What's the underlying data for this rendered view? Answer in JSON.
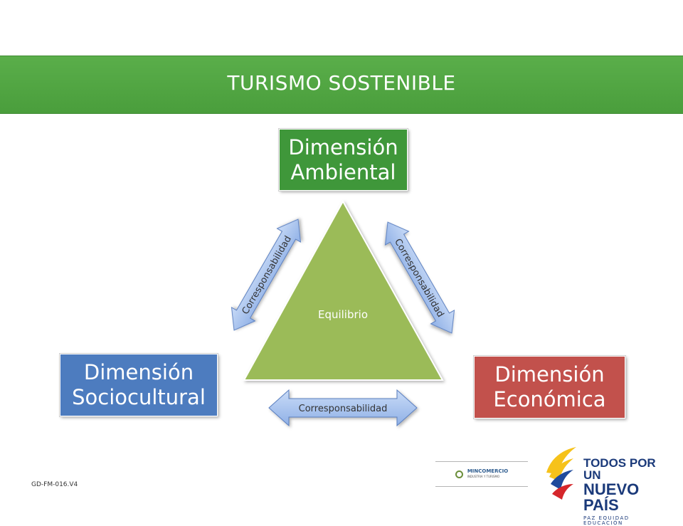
{
  "header": {
    "title": "TURISMO SOSTENIBLE"
  },
  "dimensions": {
    "ambiental": {
      "line1": "Dimensión",
      "line2": "Ambiental"
    },
    "sociocultural": {
      "line1": "Dimensión",
      "line2": "Sociocultural"
    },
    "economica": {
      "line1": "Dimensión",
      "line2": "Económica"
    }
  },
  "triangle": {
    "label": "Equilibrio"
  },
  "arrows": {
    "left": "Corresponsabilidad",
    "right": "Corresponsabilidad",
    "bottom": "Corresponsabilidad"
  },
  "footer": {
    "code": "GD-FM-016.V4",
    "mincomercio": {
      "name": "MINCOMERCIO",
      "sub": "INDUSTRIA Y TURISMO"
    },
    "slogan": {
      "line1": "TODOS POR UN",
      "line2": "NUEVO PAÍS",
      "line3": "PAZ EQUIDAD EDUCACIÓN"
    }
  },
  "colors": {
    "header_green": "#4ea643",
    "ambiental": "#3f973a",
    "sociocultural": "#4d7cbf",
    "economica": "#c2514c",
    "triangle": "#9bbb59",
    "arrow_fill": "#a9c4f0"
  }
}
